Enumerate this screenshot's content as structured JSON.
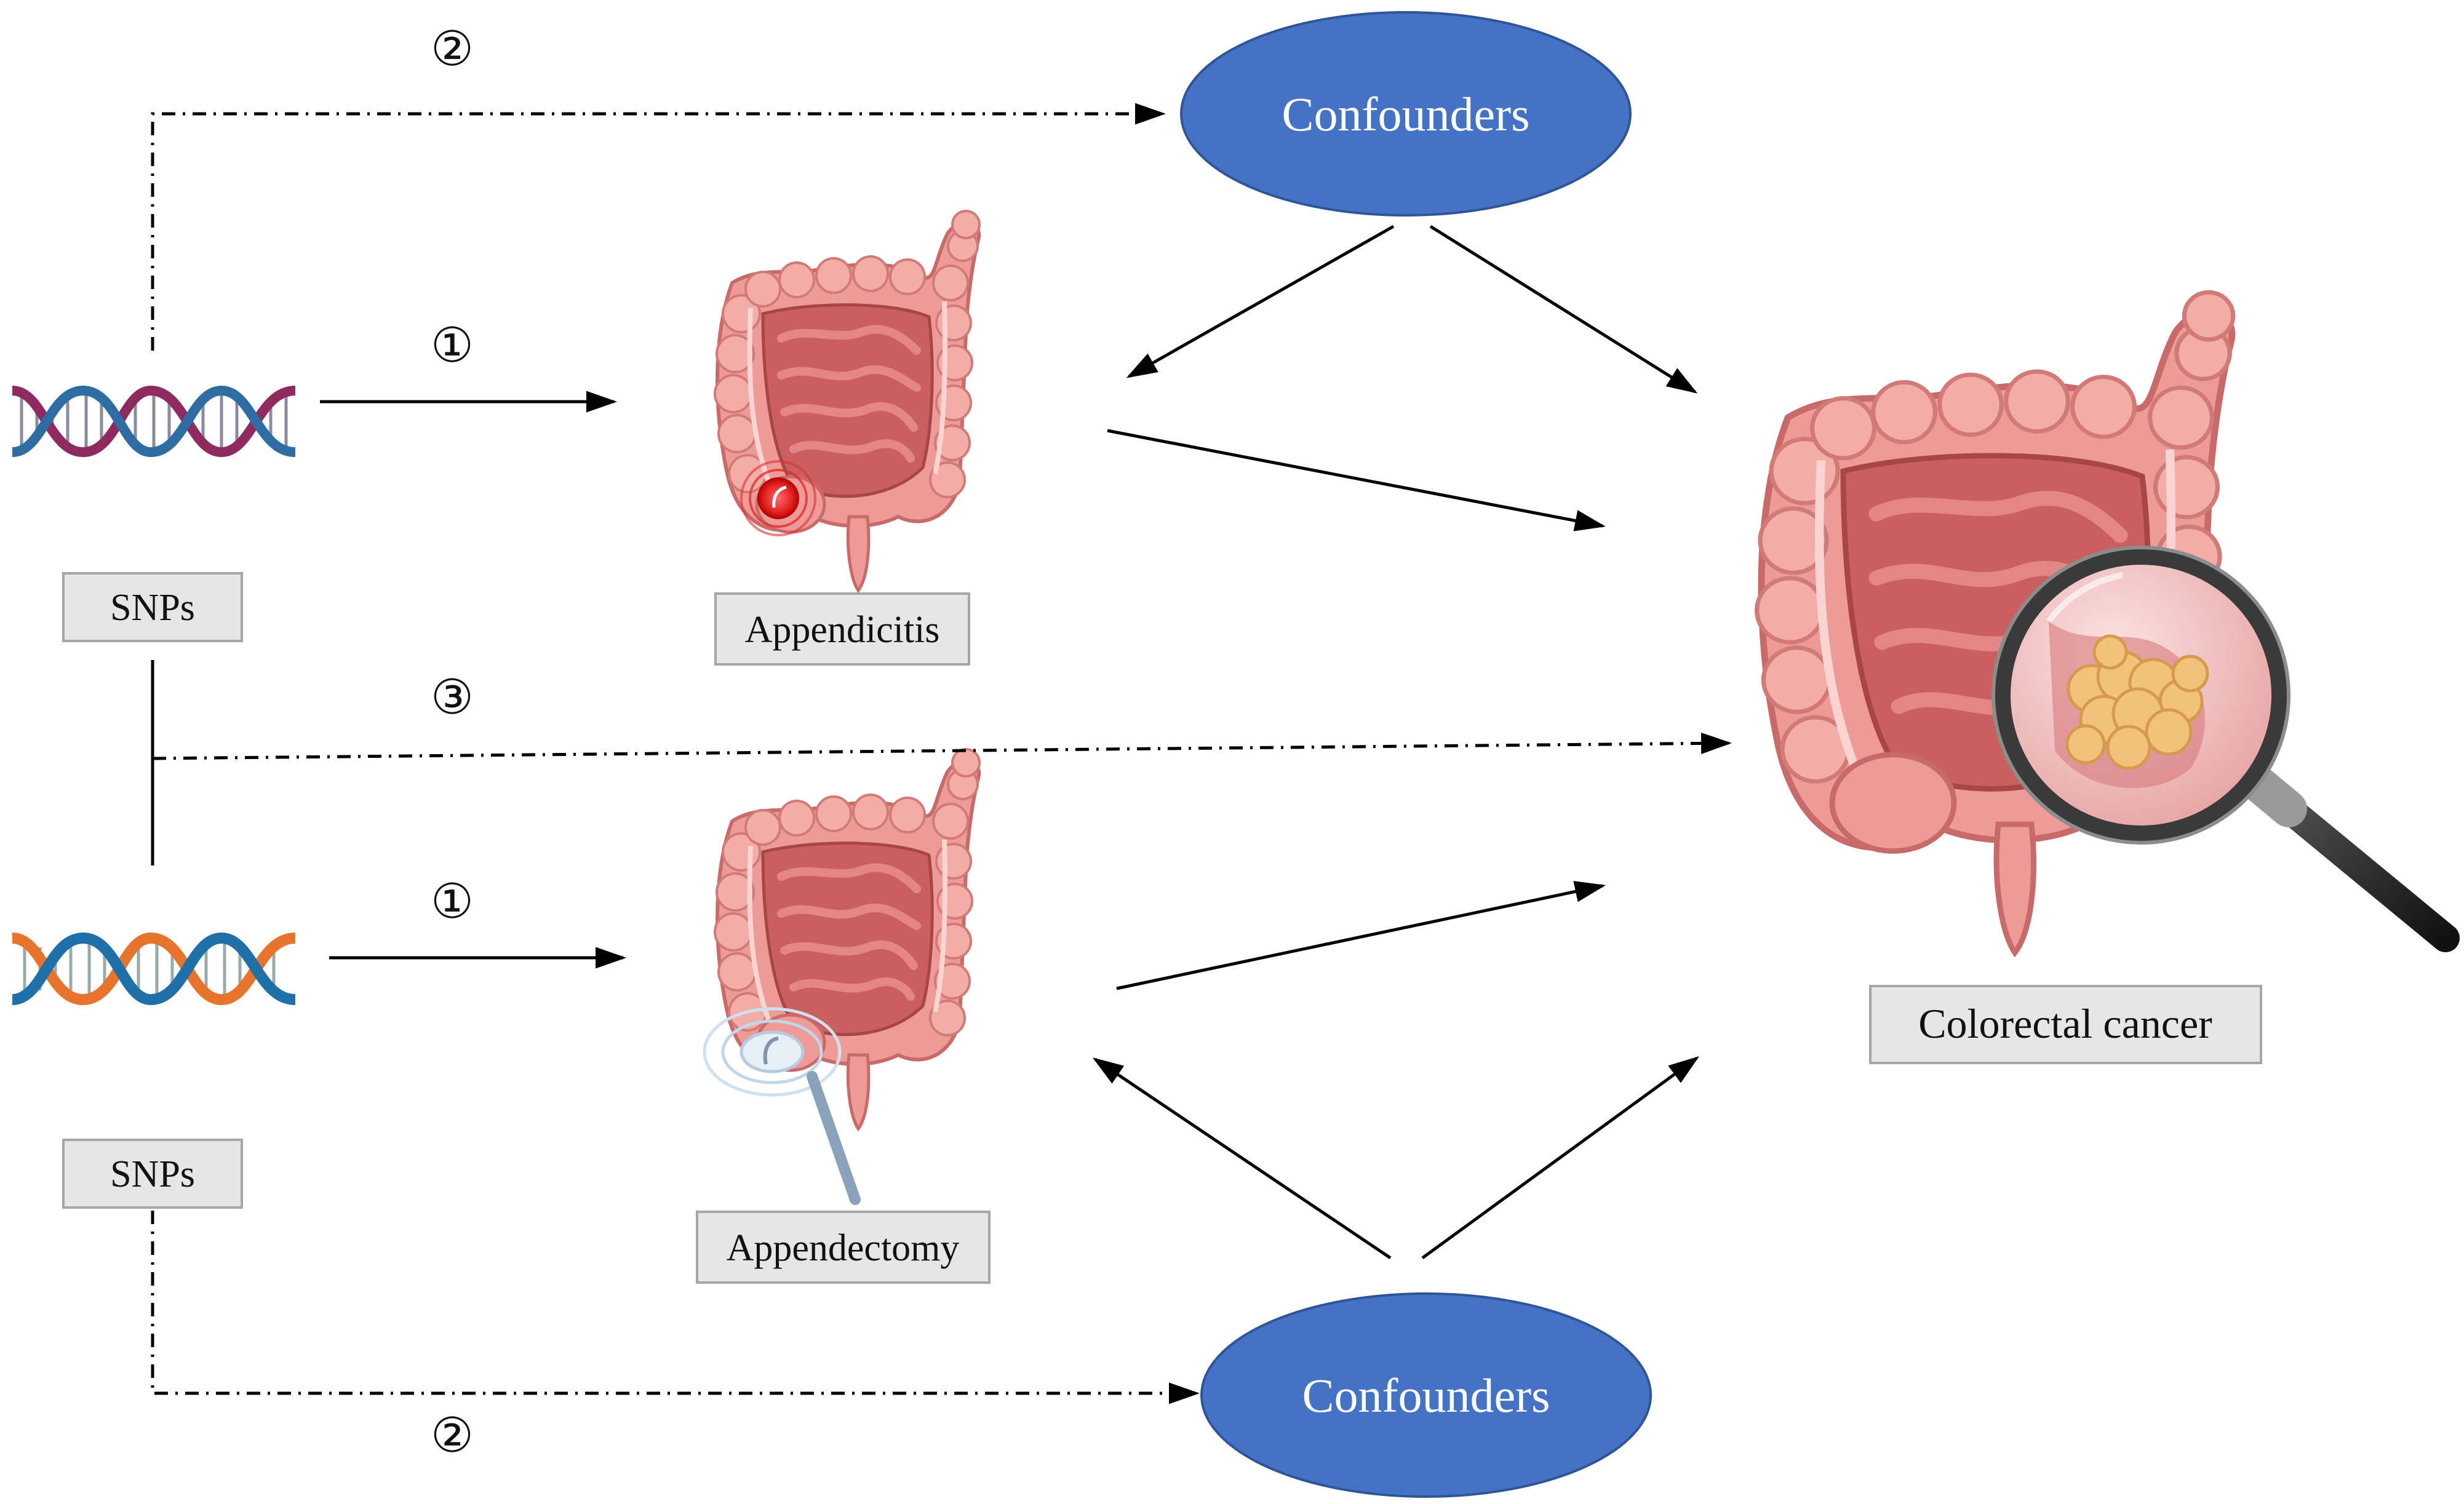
{
  "nodes": {
    "snps_top": "SNPs",
    "snps_bottom": "SNPs",
    "appendicitis": "Appendicitis",
    "appendectomy": "Appendectomy",
    "confounders_top": "Confounders",
    "confounders_bottom": "Confounders",
    "colorectal_cancer": "Colorectal cancer"
  },
  "path_numbers": {
    "top_confounder_path": "②",
    "top_exposure_path": "①",
    "direct_path": "③",
    "bottom_exposure_path": "①",
    "bottom_confounder_path": "②"
  },
  "colors": {
    "confounder_fill": "#4472C4",
    "label_box_fill": "#E7E6E6",
    "label_box_stroke": "#A6A6A6",
    "arrow": "#000000",
    "intestine": "#E88A8A",
    "intestine_dark": "#C7585B",
    "tumor": "#F2C27B",
    "dna_top_a": "#8E2A5E",
    "dna_top_b": "#2E6DA4",
    "dna_bottom_a": "#E8732C",
    "dna_bottom_b": "#1F6FA8"
  },
  "icons": [
    "dna-helix-icon",
    "intestine-icon",
    "inflammation-icon",
    "scalpel-icon",
    "magnifier-icon",
    "tumor-icon"
  ]
}
